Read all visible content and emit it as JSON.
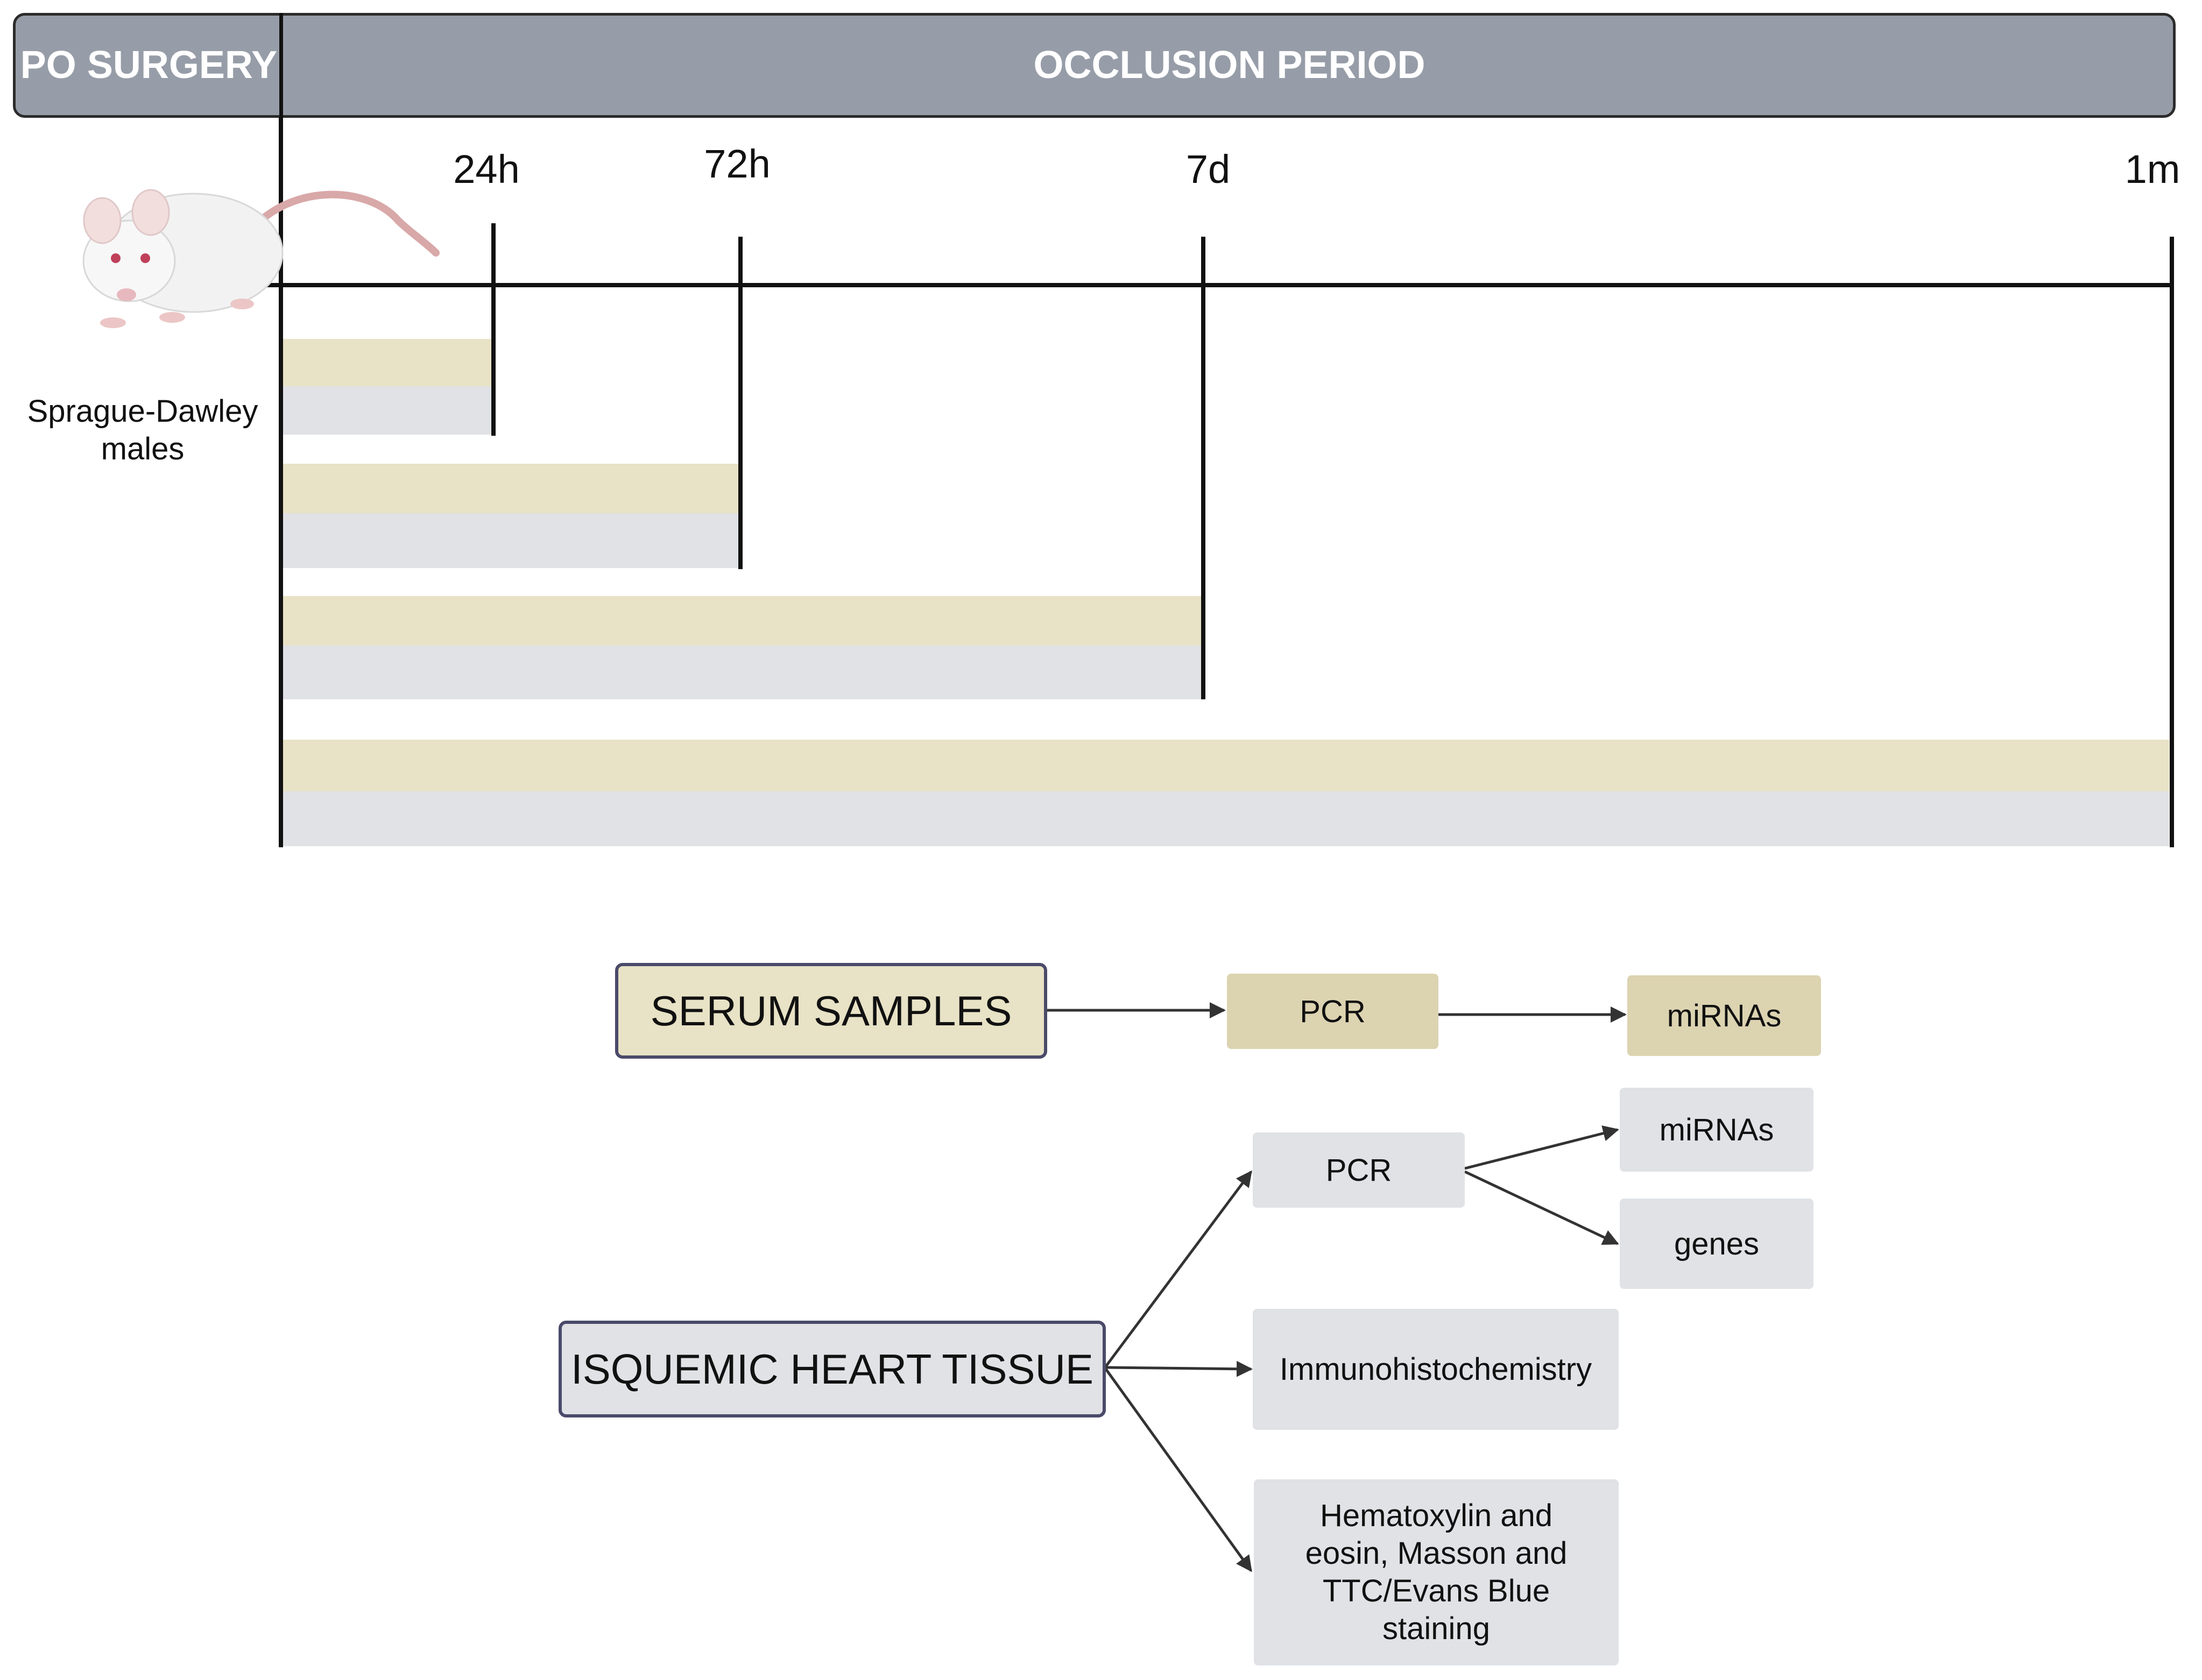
{
  "header": {
    "left_label": "PO SURGERY",
    "right_label": "OCCLUSION PERIOD"
  },
  "timeline": {
    "ticks": [
      "24h",
      "72h",
      "7d",
      "1m"
    ]
  },
  "subject": {
    "label_line1": "Sprague-Dawley",
    "label_line2": "males"
  },
  "serum": {
    "source": "SERUM SAMPLES",
    "method": "PCR",
    "target": "miRNAs"
  },
  "tissue": {
    "source": "ISQUEMIC HEART TISSUE",
    "pcr": "PCR",
    "pcr_targets": [
      "miRNAs",
      "genes"
    ],
    "ihc": "Immunohistochemistry",
    "staining": "Hematoxylin and eosin, Masson and TTC/Evans Blue staining"
  },
  "colors": {
    "header_bg": "#979da8",
    "serum_fill": "#e8e2c6",
    "tissue_fill": "#e0e2e6"
  }
}
